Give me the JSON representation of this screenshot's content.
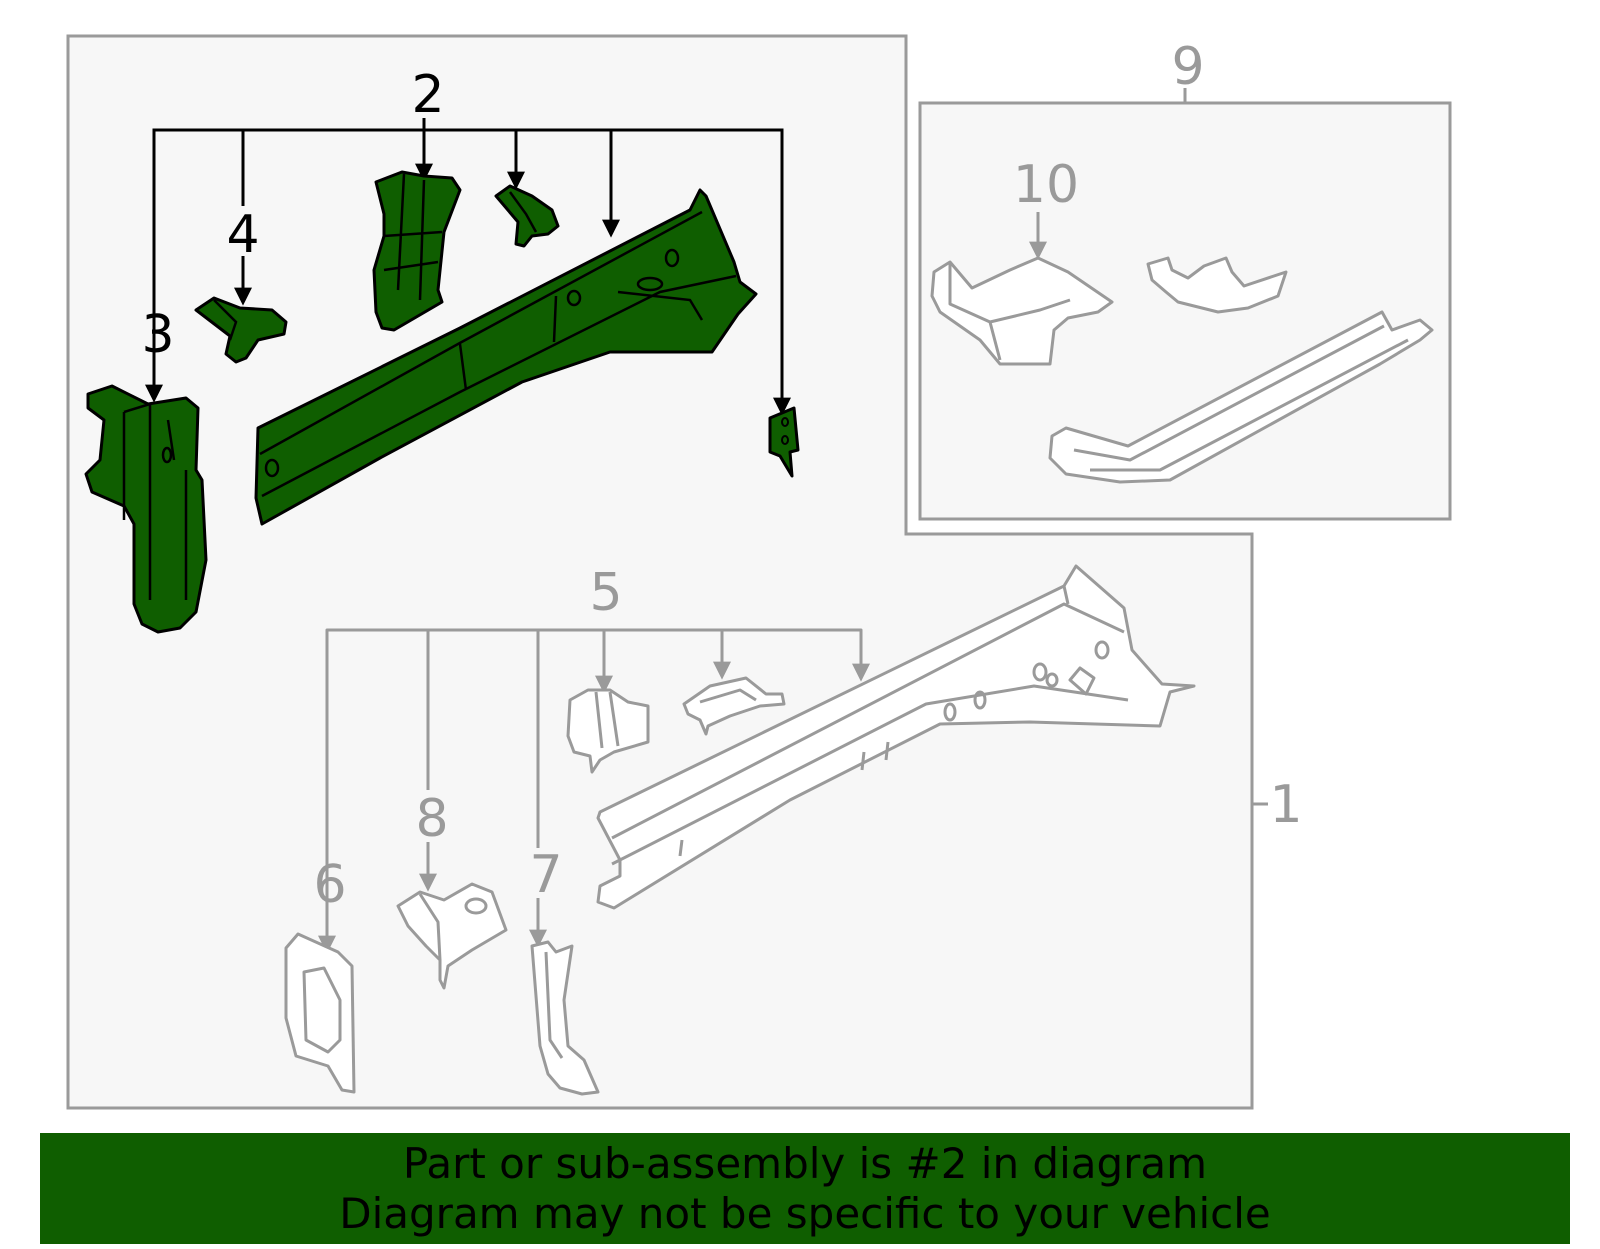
{
  "colors": {
    "highlight_fill": "#0f5e00",
    "highlight_stroke": "#000000",
    "inactive_stroke": "#9a9a9a",
    "panel_fill": "#f7f7f7",
    "panel_stroke": "#9a9a9a",
    "banner_bg": "#0f5e00"
  },
  "callouts": {
    "c1": "1",
    "c2": "2",
    "c3": "3",
    "c4": "4",
    "c5": "5",
    "c6": "6",
    "c7": "7",
    "c8": "8",
    "c9": "9",
    "c10": "10"
  },
  "highlighted_part": "2",
  "banner": {
    "line1": "Part or sub-assembly is #2 in diagram",
    "line2": "Diagram may not be specific to your vehicle"
  }
}
